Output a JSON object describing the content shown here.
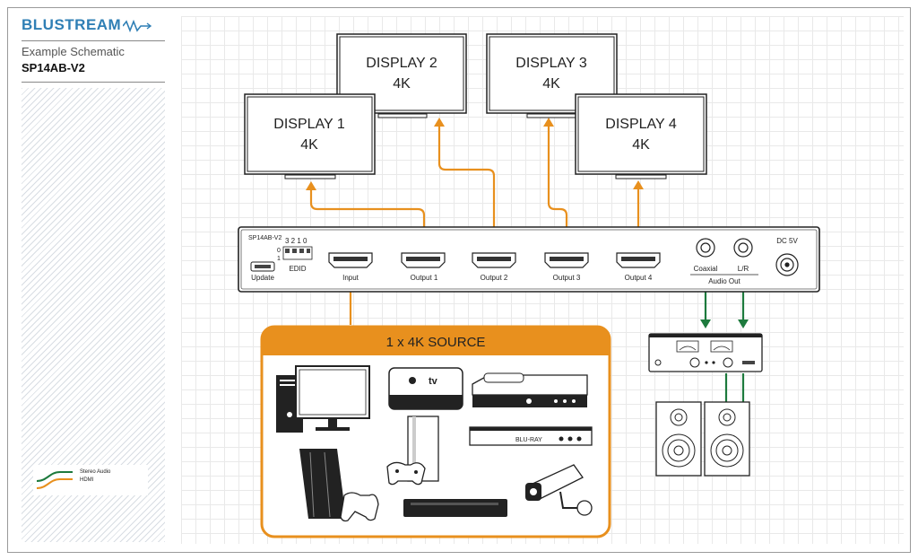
{
  "brand": {
    "name": "BLUSTREAM"
  },
  "header": {
    "subtitle": "Example Schematic",
    "model": "SP14AB-V2"
  },
  "legend": {
    "items": [
      {
        "label": "Stereo Audio"
      },
      {
        "label": "HDMI"
      }
    ]
  },
  "colors": {
    "hdmi": "#e8901e",
    "audio": "#1d7a3d",
    "brand": "#2f7fb5"
  },
  "displays": [
    {
      "name": "DISPLAY 1",
      "res": "4K"
    },
    {
      "name": "DISPLAY 2",
      "res": "4K"
    },
    {
      "name": "DISPLAY 3",
      "res": "4K"
    },
    {
      "name": "DISPLAY 4",
      "res": "4K"
    }
  ],
  "device": {
    "model": "SP14AB-V2",
    "dip_numbers": "3 2 1 0",
    "dip_off": "0",
    "dip_on": "1",
    "edid": "EDID",
    "update": "Update",
    "input": "Input",
    "outputs": [
      "Output 1",
      "Output 2",
      "Output 3",
      "Output 4"
    ],
    "coaxial": "Coaxial",
    "lr": "L/R",
    "audio_out": "Audio Out",
    "dc": "DC 5V"
  },
  "source": {
    "title": "1 x 4K SOURCE",
    "appletv_label": "tv",
    "bluray_label": "BLU-RAY"
  }
}
